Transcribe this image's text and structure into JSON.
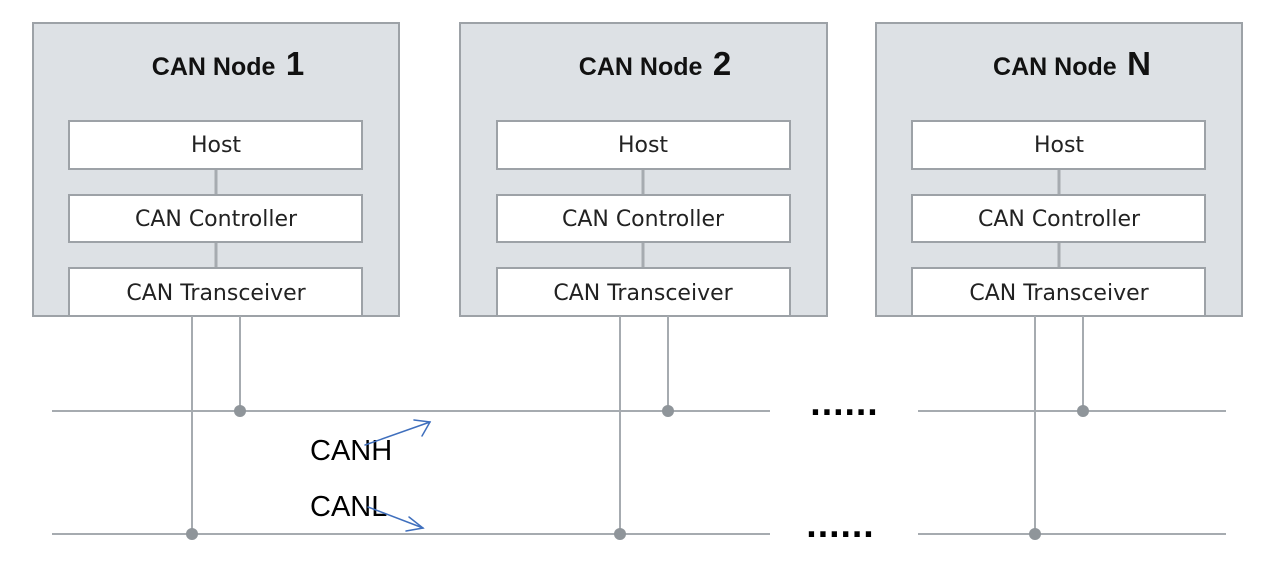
{
  "nodes": [
    {
      "title_prefix": "CAN Node",
      "title_index": "1",
      "layers": [
        "Host",
        "CAN Controller",
        "CAN Transceiver"
      ]
    },
    {
      "title_prefix": "CAN Node",
      "title_index": "2",
      "layers": [
        "Host",
        "CAN Controller",
        "CAN Transceiver"
      ]
    },
    {
      "title_prefix": "CAN Node",
      "title_index": "N",
      "layers": [
        "Host",
        "CAN Controller",
        "CAN Transceiver"
      ]
    }
  ],
  "bus": {
    "high_label": "CANH",
    "low_label": "CANL",
    "continuation": "......"
  },
  "colors": {
    "node_fill": "#dde1e5",
    "node_border": "#9da2a7",
    "layer_fill": "#ffffff",
    "layer_border": "#9da2a7",
    "wire": "#a6abb0",
    "junction": "#8f959a",
    "arrow": "#3f6fbd"
  }
}
